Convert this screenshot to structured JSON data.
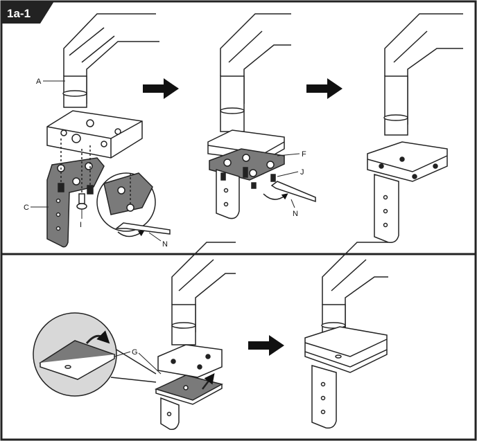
{
  "step_title": "1a-1",
  "labels": {
    "A": "A",
    "C": "C",
    "I": "I",
    "N1": "N",
    "F": "F",
    "J": "J",
    "N2": "N",
    "G": "G"
  },
  "colors": {
    "frame": "#222222",
    "plate_gray": "#7a7a7a",
    "light_gray": "#d8d8d8",
    "arrow_black": "#111111"
  }
}
